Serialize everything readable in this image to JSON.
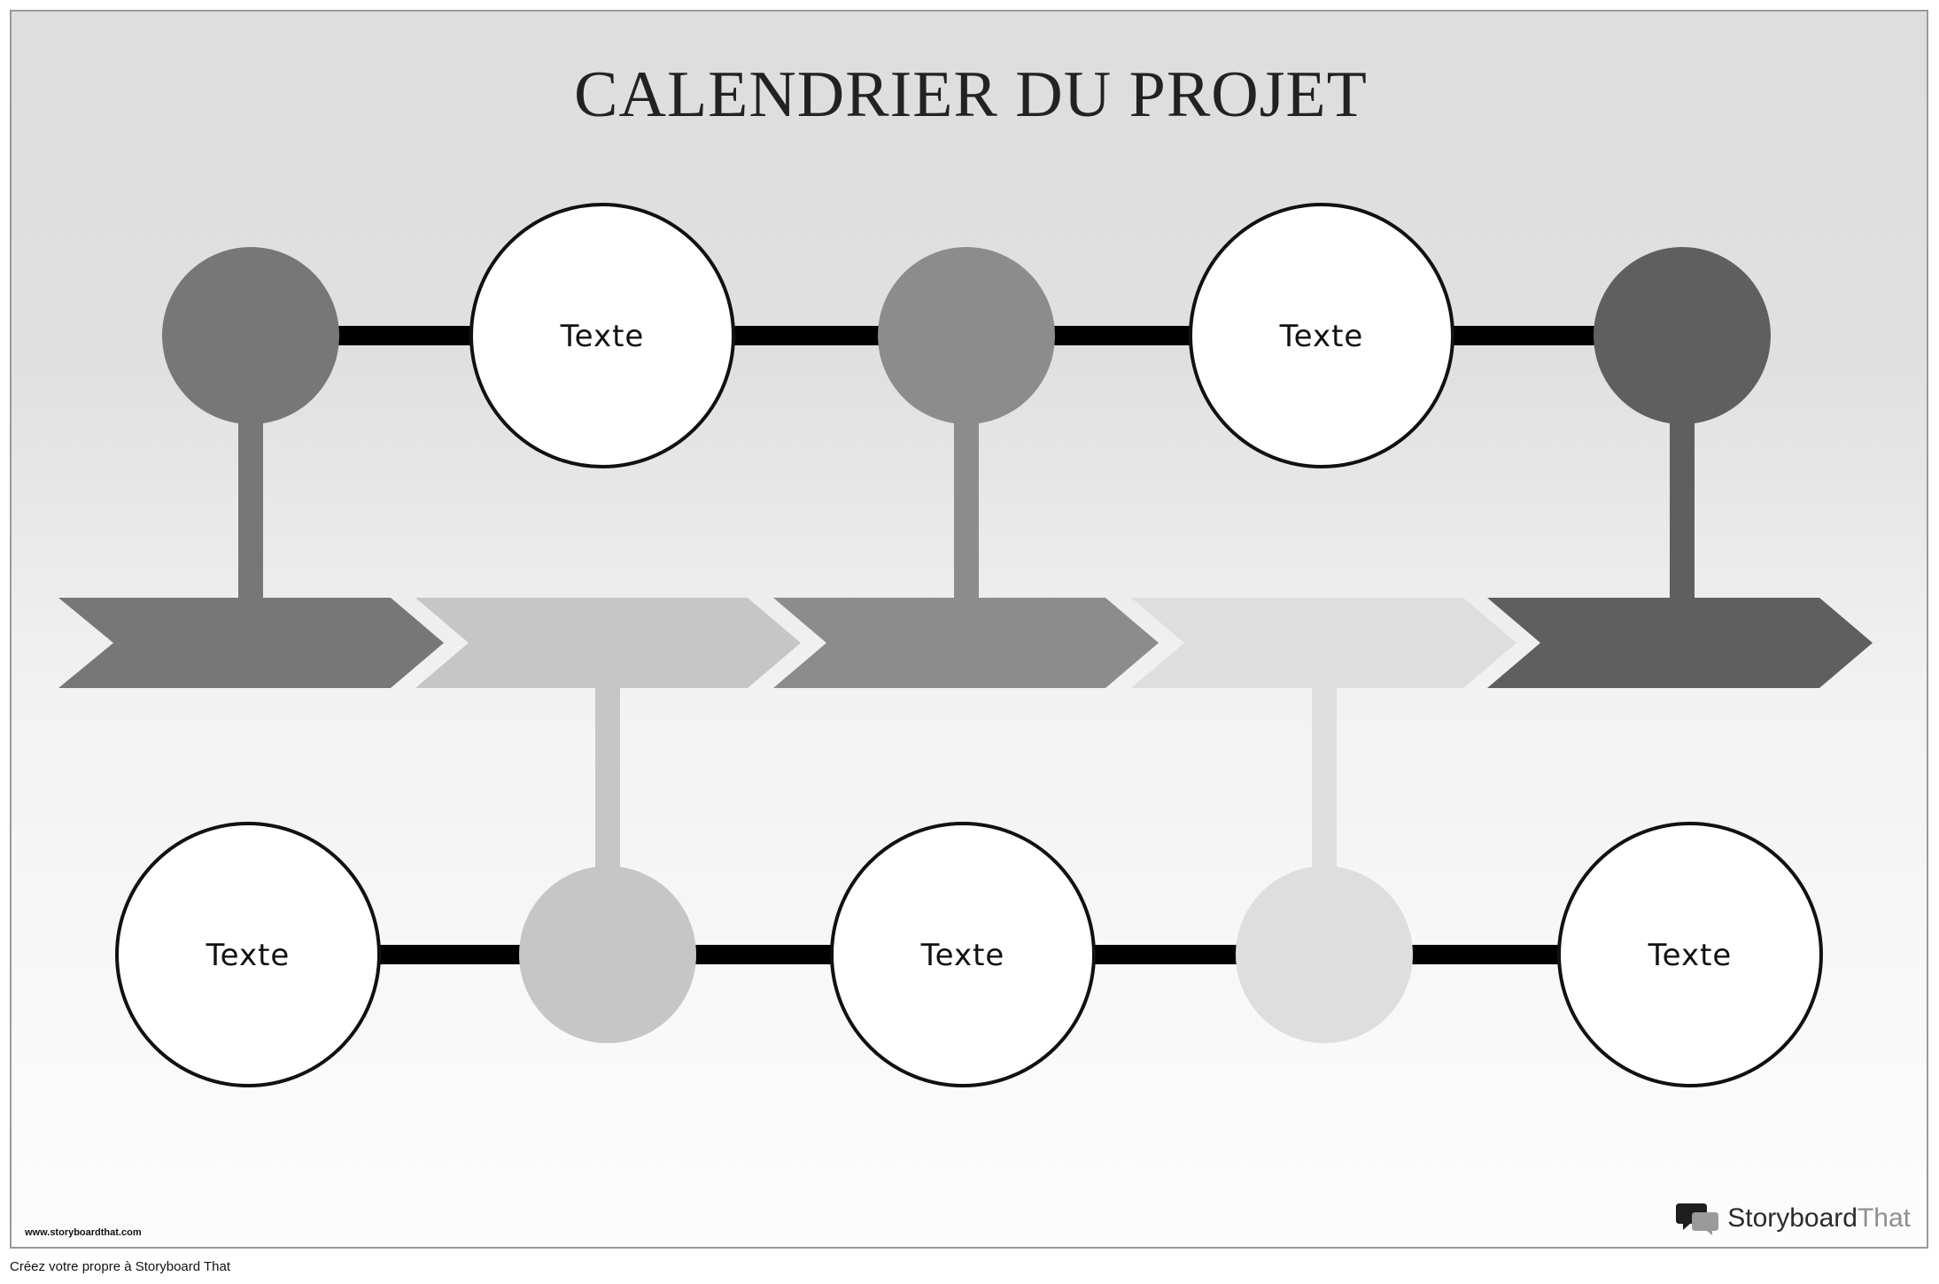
{
  "title": "CALENDRIER DU PROJET",
  "top_row": [
    {
      "kind": "dot",
      "color": "#777777",
      "stem": true
    },
    {
      "kind": "text",
      "label": "Texte"
    },
    {
      "kind": "dot",
      "color": "#8c8c8c",
      "stem": true
    },
    {
      "kind": "text",
      "label": "Texte"
    },
    {
      "kind": "dot",
      "color": "#5f5f5f",
      "stem": true
    }
  ],
  "bottom_row": [
    {
      "kind": "text",
      "label": "Texte"
    },
    {
      "kind": "dot",
      "color": "#c6c6c6",
      "stem": true
    },
    {
      "kind": "text",
      "label": "Texte"
    },
    {
      "kind": "dot",
      "color": "#dedede",
      "stem": true
    },
    {
      "kind": "text",
      "label": "Texte"
    }
  ],
  "arrow_segments": [
    {
      "color": "#777777"
    },
    {
      "color": "#c6c6c6"
    },
    {
      "color": "#8c8c8c"
    },
    {
      "color": "#dedede"
    },
    {
      "color": "#5f5f5f"
    }
  ],
  "connector_color": "#000000",
  "watermark": "www.storyboardthat.com",
  "brand": {
    "name_dark": "Storyboard",
    "name_light": "That",
    "icon": "speech-bubbles-icon"
  },
  "footer": "Créez votre propre à Storyboard That"
}
